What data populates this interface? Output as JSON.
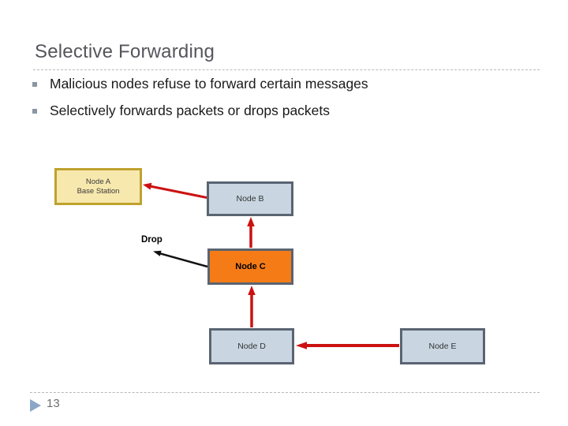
{
  "slide": {
    "title": "Selective Forwarding",
    "bullets": [
      "Malicious nodes refuse to forward certain messages",
      "Selectively forwards packets or drops packets"
    ],
    "page_number": "13"
  },
  "diagram": {
    "nodes": [
      {
        "id": "node-a",
        "role": "base station",
        "lines": [
          "Node A",
          "Base Station"
        ]
      },
      {
        "id": "node-b",
        "role": "sensor node",
        "lines": [
          "Node B"
        ]
      },
      {
        "id": "node-c",
        "role": "malicious node",
        "lines": [
          "Node C"
        ]
      },
      {
        "id": "node-d",
        "role": "sensor node",
        "lines": [
          "Node D"
        ]
      },
      {
        "id": "node-e",
        "role": "sensor node",
        "lines": [
          "Node E"
        ]
      }
    ],
    "edges": [
      {
        "from": "Node B",
        "to": "Node A",
        "color": "red",
        "label": ""
      },
      {
        "from": "Node C",
        "to": "Node B",
        "color": "red",
        "label": ""
      },
      {
        "from": "Node D",
        "to": "Node C",
        "color": "red",
        "label": ""
      },
      {
        "from": "Node E",
        "to": "Node D",
        "color": "red",
        "label": ""
      },
      {
        "from": "Node C",
        "to": "dropped",
        "color": "black",
        "label": "Drop"
      }
    ]
  },
  "colors": {
    "title_text": "#55555d",
    "body_text": "#1a1a1a",
    "bullet_marker": "#8a96a3",
    "divider": "#b8b8b8",
    "base_station_fill": "#f7e8ae",
    "base_station_border": "#bfa22e",
    "node_fill": "#c9d6e2",
    "node_border": "#5a6472",
    "malicious_fill": "#f57b17",
    "red_arrow": "#cc1111",
    "black_arrow": "#111111",
    "footer_triangle": "#8ca7c5",
    "page_number_text": "#6e6e6e"
  }
}
